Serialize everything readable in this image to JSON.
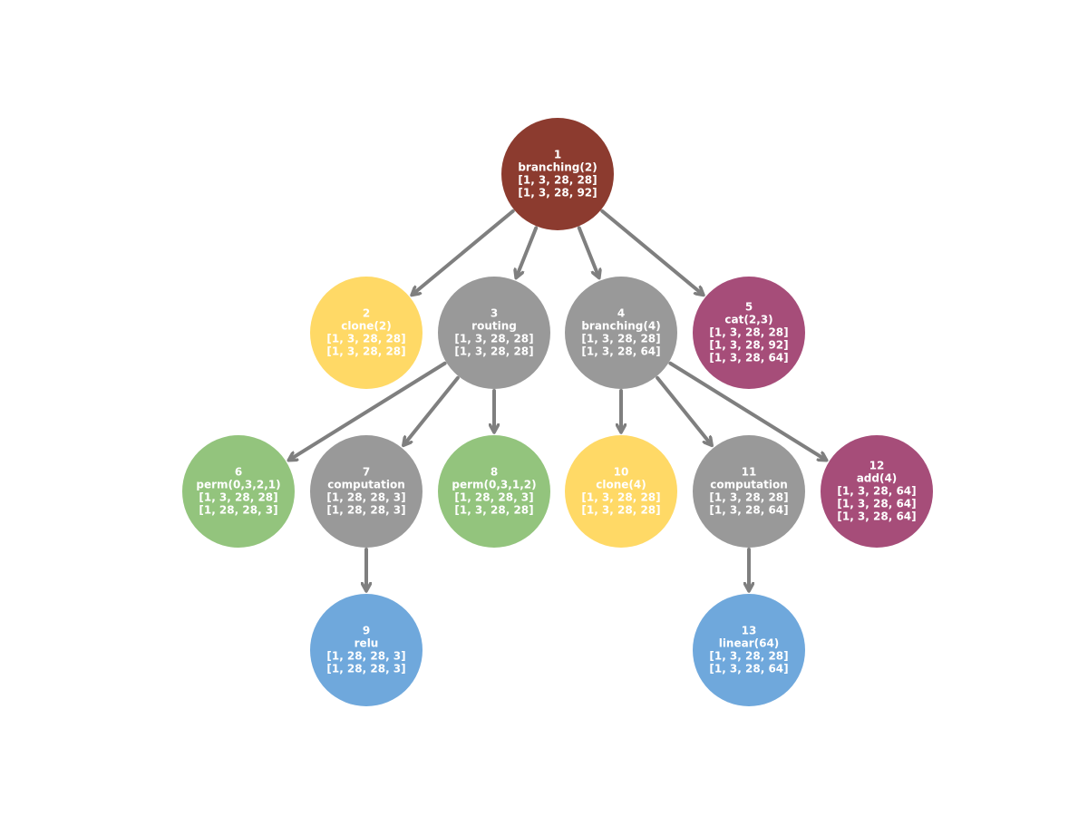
{
  "colors": {
    "branching_root": "#8c3b2f",
    "routing": "#999999",
    "clone": "#ffd966",
    "cat_add": "#a64d79",
    "perm": "#93c47d",
    "leaf": "#6fa8dc",
    "edge": "#7f7f7f",
    "text": "#ffffff"
  },
  "nodes": [
    {
      "id": "1",
      "color_key": "branching_root",
      "lines": [
        "1",
        "branching(2)",
        "[1, 3, 28, 28]",
        "[1, 3, 28, 92]"
      ]
    },
    {
      "id": "2",
      "color_key": "clone",
      "lines": [
        "2",
        "clone(2)",
        "[1, 3, 28, 28]",
        "[1, 3, 28, 28]"
      ]
    },
    {
      "id": "3",
      "color_key": "routing",
      "lines": [
        "3",
        "routing",
        "[1, 3, 28, 28]",
        "[1, 3, 28, 28]"
      ]
    },
    {
      "id": "4",
      "color_key": "routing",
      "lines": [
        "4",
        "branching(4)",
        "[1, 3, 28, 28]",
        "[1, 3, 28, 64]"
      ]
    },
    {
      "id": "5",
      "color_key": "cat_add",
      "lines": [
        "5",
        "cat(2,3)",
        "[1, 3, 28, 28]",
        "[1, 3, 28, 92]",
        "[1, 3, 28, 64]"
      ]
    },
    {
      "id": "6",
      "color_key": "perm",
      "lines": [
        "6",
        "perm(0,3,2,1)",
        "[1, 3, 28, 28]",
        "[1, 28, 28, 3]"
      ]
    },
    {
      "id": "7",
      "color_key": "routing",
      "lines": [
        "7",
        "computation",
        "[1, 28, 28, 3]",
        "[1, 28, 28, 3]"
      ]
    },
    {
      "id": "8",
      "color_key": "perm",
      "lines": [
        "8",
        "perm(0,3,1,2)",
        "[1, 28, 28, 3]",
        "[1, 3, 28, 28]"
      ]
    },
    {
      "id": "10",
      "color_key": "clone",
      "lines": [
        "10",
        "clone(4)",
        "[1, 3, 28, 28]",
        "[1, 3, 28, 28]"
      ]
    },
    {
      "id": "11",
      "color_key": "routing",
      "lines": [
        "11",
        "computation",
        "[1, 3, 28, 28]",
        "[1, 3, 28, 64]"
      ]
    },
    {
      "id": "12",
      "color_key": "cat_add",
      "lines": [
        "12",
        "add(4)",
        "[1, 3, 28, 64]",
        "[1, 3, 28, 64]",
        "[1, 3, 28, 64]"
      ]
    },
    {
      "id": "9",
      "color_key": "leaf",
      "lines": [
        "9",
        "relu",
        "[1, 28, 28, 3]",
        "[1, 28, 28, 3]"
      ]
    },
    {
      "id": "13",
      "color_key": "leaf",
      "lines": [
        "13",
        "linear(64)",
        "[1, 3, 28, 28]",
        "[1, 3, 28, 64]"
      ]
    }
  ],
  "edges": [
    {
      "from": "1",
      "to": "2"
    },
    {
      "from": "1",
      "to": "3"
    },
    {
      "from": "1",
      "to": "4"
    },
    {
      "from": "1",
      "to": "5"
    },
    {
      "from": "3",
      "to": "6"
    },
    {
      "from": "3",
      "to": "7"
    },
    {
      "from": "3",
      "to": "8"
    },
    {
      "from": "4",
      "to": "10"
    },
    {
      "from": "4",
      "to": "11"
    },
    {
      "from": "4",
      "to": "12"
    },
    {
      "from": "7",
      "to": "9"
    },
    {
      "from": "11",
      "to": "13"
    }
  ]
}
